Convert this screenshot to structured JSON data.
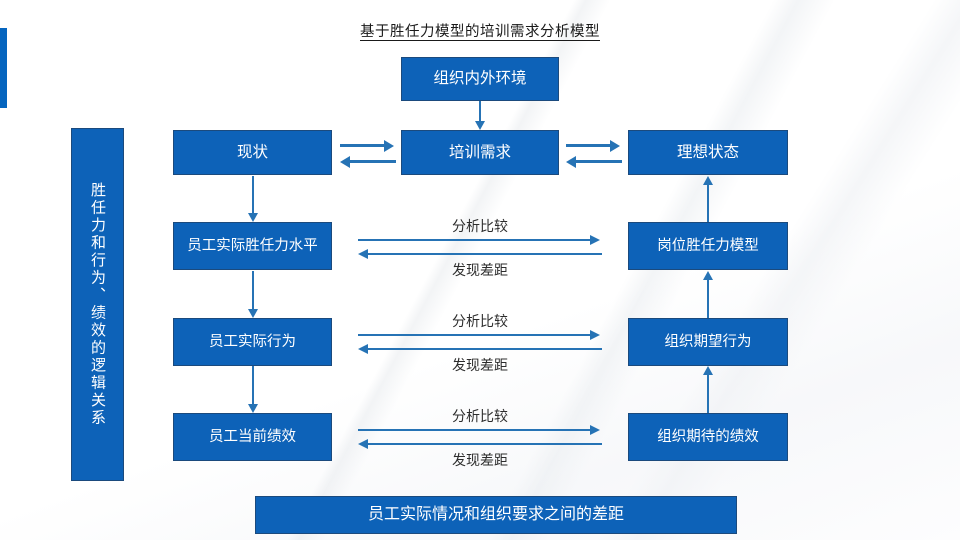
{
  "page": {
    "title": "基于胜任力模型的培训需求分析模型",
    "accent_color": "#0565bf",
    "box_fill": "#0d62b8",
    "box_border": "#1b4a7d",
    "arrow_color": "#2673b5",
    "label_color": "#2d2d2d"
  },
  "side_label": {
    "text": "胜任力和行为、绩效的逻辑关系"
  },
  "nodes": {
    "environment": "组织内外环境",
    "current_state": "现状",
    "training_need": "培训需求",
    "ideal_state": "理想状态",
    "actual_competency": "员工实际胜任力水平",
    "position_model": "岗位胜任力模型",
    "actual_behavior": "员工实际行为",
    "expected_behavior": "组织期望行为",
    "current_performance": "员工当前绩效",
    "expected_performance": "组织期待的绩效",
    "gap_summary": "员工实际情况和组织要求之间的差距"
  },
  "compare_rows": [
    {
      "top": "分析比较",
      "bottom": "发现差距"
    },
    {
      "top": "分析比较",
      "bottom": "发现差距"
    },
    {
      "top": "分析比较",
      "bottom": "发现差距"
    }
  ]
}
